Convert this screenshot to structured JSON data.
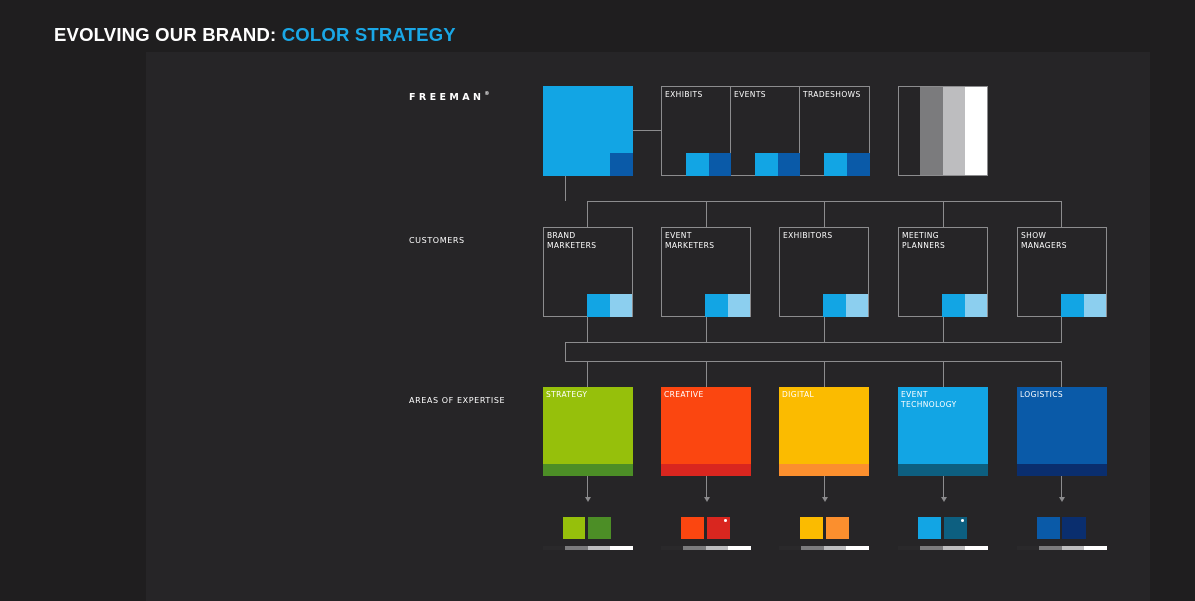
{
  "header": {
    "title_prefix": "EVOLVING OUR BRAND:",
    "title_accent": "COLOR STRATEGY"
  },
  "logo": {
    "text": "FREEMAN",
    "mark": "®"
  },
  "row_labels": {
    "customers": "CUSTOMERS",
    "areas": "AREAS OF EXPERTISE"
  },
  "colors": {
    "freeman_blue": "#12a5e4",
    "freeman_dark_blue": "#0a5aa8",
    "light_blue": "#8ccfef",
    "strategy": "#96c00b",
    "strategy_band": "#4c8e26",
    "creative": "#fb4610",
    "creative_band": "#d9261f",
    "digital": "#fbbb00",
    "digital_band": "#fb8f2e",
    "event_technology": "#12a5e4",
    "event_technology_band": "#0d5f80",
    "logistics": "#0a5aa8",
    "logistics_band": "#0a2e6e",
    "grays": [
      "#2a292b",
      "#7b7b7d",
      "#bdbdbf",
      "#ffffff"
    ]
  },
  "business_units": [
    {
      "label": "EXHIBITS"
    },
    {
      "label": "EVENTS"
    },
    {
      "label": "TRADESHOWS"
    }
  ],
  "customers": [
    {
      "label": "BRAND\nMARKETERS"
    },
    {
      "label": "EVENT\nMARKETERS"
    },
    {
      "label": "EXHIBITORS"
    },
    {
      "label": "MEETING\nPLANNERS"
    },
    {
      "label": "SHOW\nMANAGERS"
    }
  ],
  "expertise": [
    {
      "label": "STRATEGY"
    },
    {
      "label": "CREATIVE"
    },
    {
      "label": "DIGITAL"
    },
    {
      "label": "EVENT\nTECHNOLOGY"
    },
    {
      "label": "LOGISTICS"
    }
  ]
}
